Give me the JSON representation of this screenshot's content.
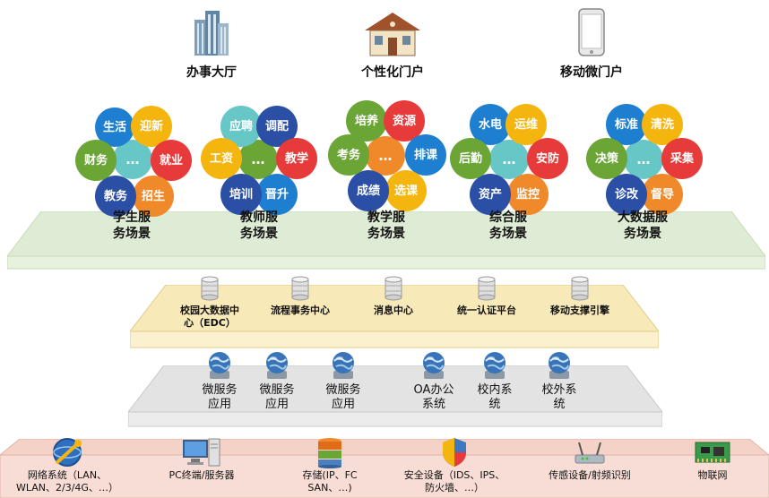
{
  "entries": [
    {
      "label": "办事大厅",
      "icon": "office-building-icon"
    },
    {
      "label": "个性化门户",
      "icon": "house-icon"
    },
    {
      "label": "移动微门户",
      "icon": "smartphone-icon"
    }
  ],
  "colors": {
    "blue": "#1e7fd0",
    "orange": "#f0892a",
    "green": "#6ba536",
    "red": "#e73a3a",
    "navy": "#2a4fa5",
    "gold": "#f5b50f",
    "teal": "#67c6c6",
    "green_layer": "#dfecd5",
    "yellow_layer": "#f8e9b8",
    "gray_layer": "#e3e3e3",
    "pink_layer": "#f5d2c8"
  },
  "clusters": [
    {
      "name": "学生服务场景",
      "name_line1": "学生服",
      "name_line2": "务场景",
      "center": "…",
      "items": [
        "生活",
        "迎新",
        "就业",
        "招生",
        "教务",
        "财务"
      ]
    },
    {
      "name": "教师服务场景",
      "name_line1": "教师服",
      "name_line2": "务场景",
      "center": "…",
      "items": [
        "应聘",
        "调配",
        "教学",
        "晋升",
        "培训",
        "工资"
      ]
    },
    {
      "name": "教学服务场景",
      "name_line1": "教学服",
      "name_line2": "务场景",
      "center": "…",
      "items": [
        "培养",
        "资源",
        "排课",
        "选课",
        "成绩",
        "考务"
      ]
    },
    {
      "name": "综合服务场景",
      "name_line1": "综合服",
      "name_line2": "务场景",
      "center": "…",
      "items": [
        "水电",
        "运维",
        "安防",
        "监控",
        "资产",
        "后勤"
      ]
    },
    {
      "name": "大数据服务场景",
      "name_line1": "大数据服",
      "name_line2": "务场景",
      "center": "…",
      "items": [
        "标准",
        "清洗",
        "采集",
        "督导",
        "诊改",
        "决策"
      ]
    }
  ],
  "platform": [
    {
      "line1": "校园大数据中",
      "line2": "心（EDC）"
    },
    {
      "line1": "流程事务中心",
      "line2": ""
    },
    {
      "line1": "消息中心",
      "line2": ""
    },
    {
      "line1": "统一认证平台",
      "line2": ""
    },
    {
      "line1": "移动支撑引擎",
      "line2": ""
    }
  ],
  "services": [
    {
      "line1": "微服务",
      "line2": "应用"
    },
    {
      "line1": "微服务",
      "line2": "应用"
    },
    {
      "line1": "微服务",
      "line2": "应用"
    },
    {
      "line1": "OA办公",
      "line2": "系统"
    },
    {
      "line1": "校内系",
      "line2": "统"
    },
    {
      "line1": "校外系",
      "line2": "统"
    }
  ],
  "infra": [
    {
      "line1": "网络系统（LAN、",
      "line2": "WLAN、2/3/4G、…）",
      "icon": "network-wrench-icon"
    },
    {
      "line1": "PC终端/服务器",
      "line2": "",
      "icon": "pc-server-icon"
    },
    {
      "line1": "存储(IP、FC",
      "line2": "SAN、…)",
      "icon": "storage-icon"
    },
    {
      "line1": "安全设备（IDS、IPS、",
      "line2": "防火墙、…）",
      "icon": "security-shield-icon"
    },
    {
      "line1": "传感设备/射频识别",
      "line2": "",
      "icon": "router-sensor-icon"
    },
    {
      "line1": "物联网",
      "line2": "",
      "icon": "circuit-board-icon"
    }
  ]
}
